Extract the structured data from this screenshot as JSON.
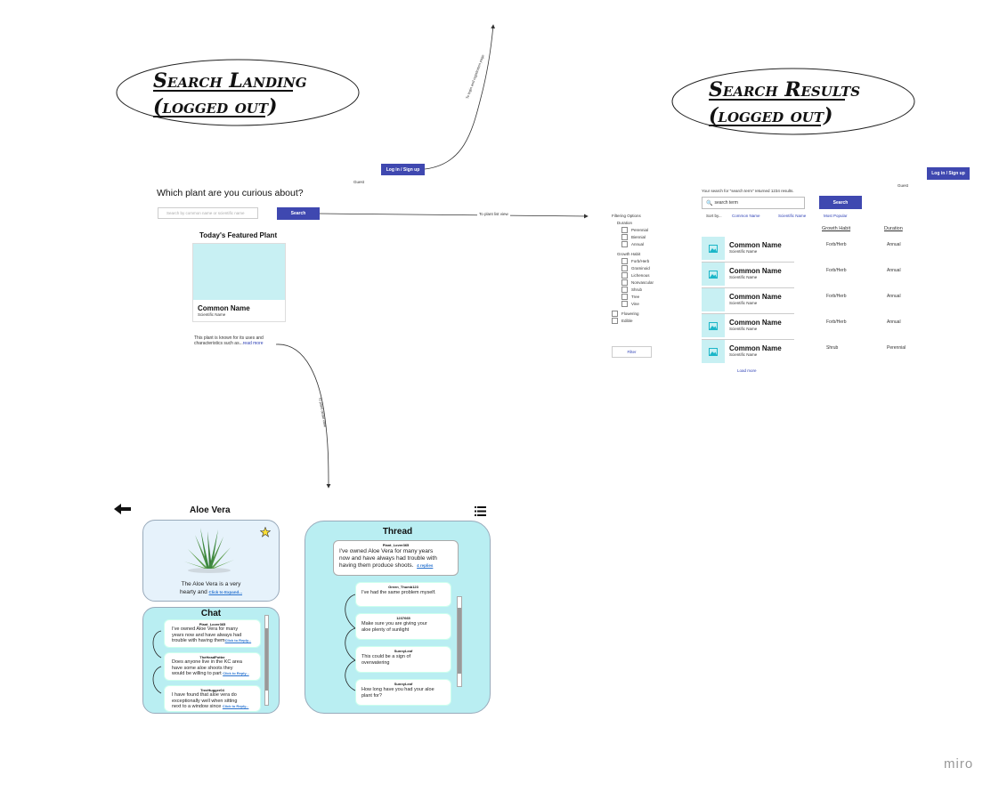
{
  "landing": {
    "title_line1": "Search Landing",
    "title_line2": "(logged out)",
    "login_button": "Log in / Sign up",
    "guest": "Guest",
    "heading": "Which plant are you curious about?",
    "search_placeholder": "Search by common name or scientific name",
    "search_button": "Search",
    "featured_heading": "Today's Featured Plant",
    "featured_common": "Common Name",
    "featured_scientific": "Scientific Name",
    "blurb_line1": "This plant is known for its uses and",
    "blurb_line2": "characteristics such as...",
    "read_more": "read more"
  },
  "arrows": {
    "to_login": "To login and registration page",
    "to_list": "To plant list view",
    "to_detail": "To plant detail view"
  },
  "results": {
    "title_line1": "Search Results",
    "title_line2": "(logged out)",
    "login_button": "Log in / Sign up",
    "guest": "Guest",
    "summary": "Your search for \"search term\" returned 1234 results.",
    "search_value": "search term",
    "search_button": "Search",
    "sort_label": "Sort by...",
    "sort_options": [
      "Common Name",
      "Scientific Name",
      "Most Popular"
    ],
    "col_growth": "Growth Habit",
    "col_duration": "Duration",
    "rows": [
      {
        "common": "Common Name",
        "scientific": "Scientific Name",
        "growth": "Forb/Herb",
        "duration": "Annual"
      },
      {
        "common": "Common Name",
        "scientific": "Scientific Name",
        "growth": "Forb/Herb",
        "duration": "Annual"
      },
      {
        "common": "Common Name",
        "scientific": "Scientific Name",
        "growth": "Forb/Herb",
        "duration": "Annual"
      },
      {
        "common": "Common Name",
        "scientific": "Scientific Name",
        "growth": "Forb/Herb",
        "duration": "Annual"
      },
      {
        "common": "Common Name",
        "scientific": "Scientific Name",
        "growth": "Shrub",
        "duration": "Perennial"
      }
    ],
    "load_more": "Load more"
  },
  "filters": {
    "title": "Filtering Options",
    "duration_label": "Duration",
    "duration_options": [
      "Perennial",
      "Biennial",
      "Annual"
    ],
    "growth_label": "Growth Habit",
    "growth_options": [
      "Forb/Herb",
      "Graminoid",
      "Lichenous",
      "Nonvascular",
      "Shrub",
      "Tree",
      "Vine"
    ],
    "extra_options": [
      "Flowering",
      "Edible"
    ],
    "filter_button": "Filter"
  },
  "detail": {
    "plant_name": "Aloe Vera",
    "desc_line1": "The Aloe Vera is a very",
    "desc_line2": "hearty and",
    "expand": "Click to Expand...",
    "chat_title": "Chat",
    "chat": [
      {
        "user": "Plant_Lover365",
        "lines": [
          "I've owned Aloe Vera for many",
          "years now and have always had",
          "trouble with having them"
        ]
      },
      {
        "user": "TheHeadPotter",
        "lines": [
          "Does anyone live in the KC area",
          "have some aloe shoots they",
          "would be willing to part"
        ]
      },
      {
        "user": "TreeHugger04",
        "lines": [
          "I have found that aloe vera do",
          "exceptionally well when sitting",
          "next to a window since"
        ]
      }
    ],
    "click_reply": "Click to Reply...",
    "thread_title": "Thread",
    "thread_op": {
      "user": "Plant_Lover365",
      "lines": [
        "I've owned Aloe Vera for many years",
        "now and have always had trouble with",
        "having them produce shoots."
      ],
      "replies": "4 replies"
    },
    "thread_replies": [
      {
        "user": "Green_Thumb123",
        "lines": [
          "I've had the same problem myself."
        ]
      },
      {
        "user": "1237665",
        "lines": [
          "Make sure you are giving your",
          "aloe plenty of sunlight"
        ]
      },
      {
        "user": "SunnyLeaf",
        "lines": [
          "This could be a sign of",
          "overwatering"
        ]
      },
      {
        "user": "SunnyLeaf",
        "lines": [
          "How long have you had your aloe",
          "plant for?"
        ]
      }
    ]
  },
  "brand": "miro",
  "colors": {
    "accent": "#3f48b0",
    "cyan_light": "#c8f0f3",
    "card_cyan": "#b9eef2",
    "card_blue": "#e6f2fb",
    "star": "#ffe135"
  }
}
